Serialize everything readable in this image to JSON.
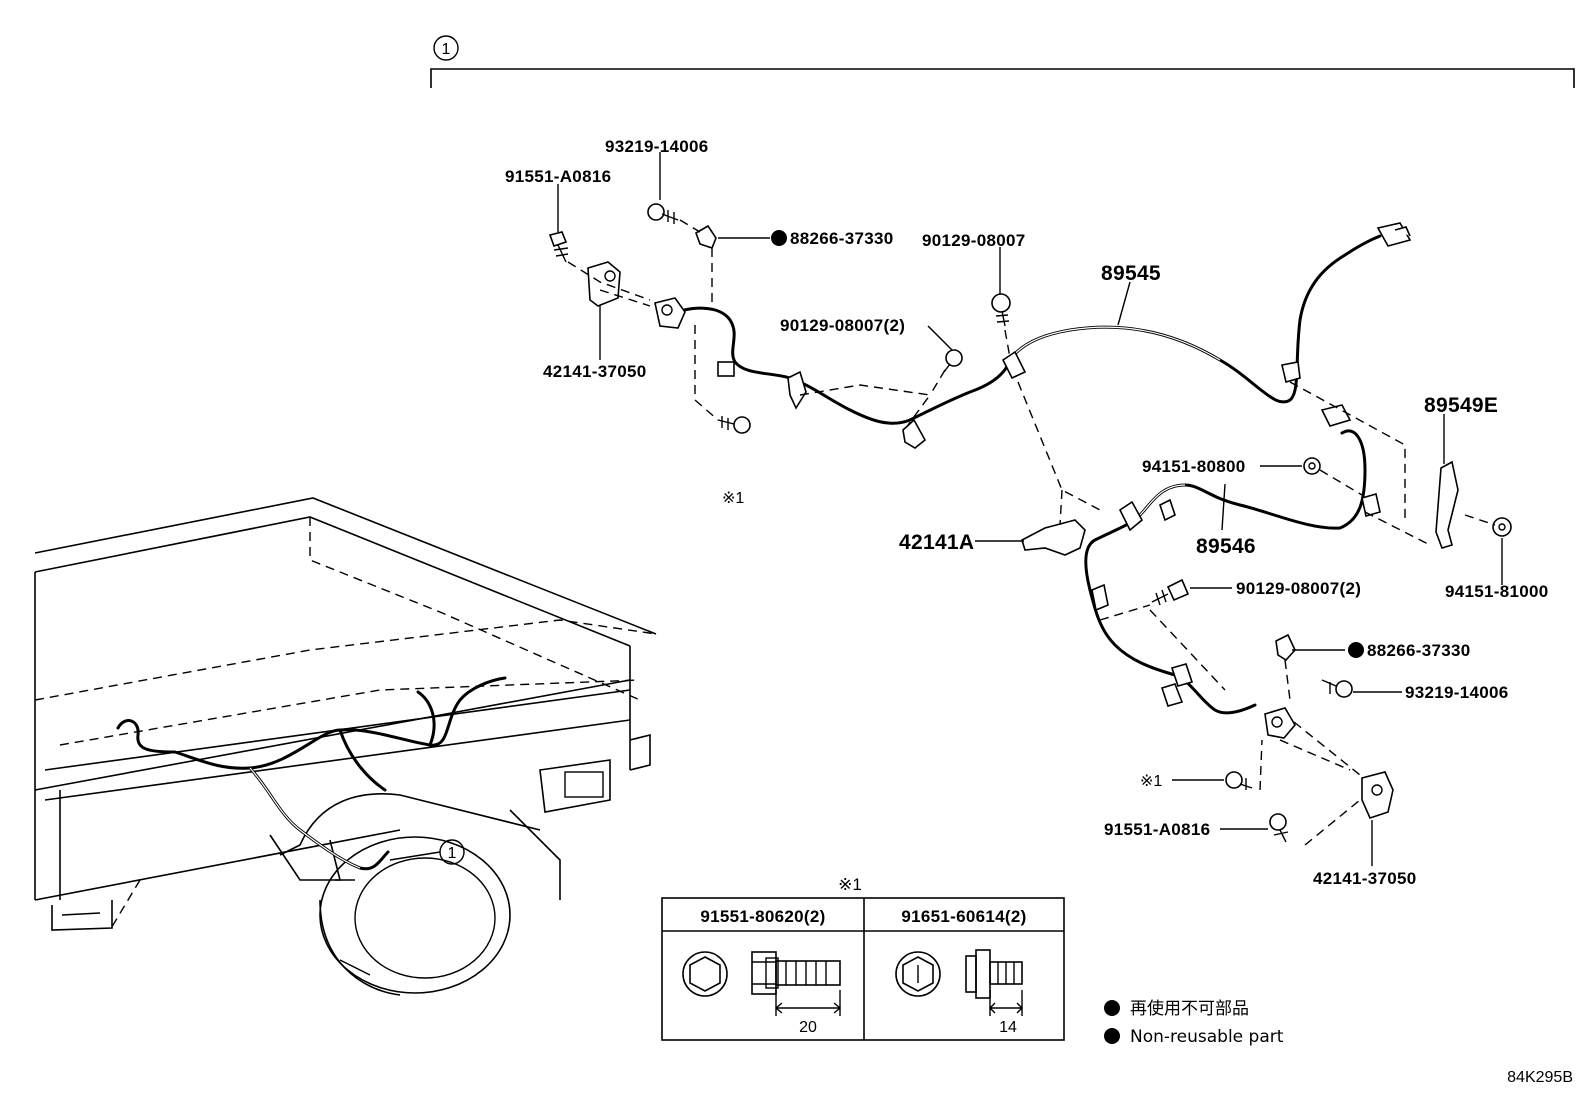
{
  "callout_number": "1",
  "truck_callout_number": "1",
  "callouts": {
    "p93219_top": "93219-14006",
    "p91551_top": "91551-A0816",
    "p88266_top": "88266-37330",
    "p90129_top": "90129-08007",
    "p90129_2_top": "90129-08007(2)",
    "p42141_top": "42141-37050",
    "p89545": "89545",
    "p89549e": "89549E",
    "p94151_80800": "94151-80800",
    "p89546": "89546",
    "p42141a": "42141A",
    "p94151_81000": "94151-81000",
    "p90129_2_mid": "90129-08007(2)",
    "p88266_bottom": "88266-37330",
    "p93219_bottom": "93219-14006",
    "p91551_bottom": "91551-A0816",
    "p42141_bottom": "42141-37050"
  },
  "note_marks": {
    "top": "※1",
    "bottom": "※1",
    "table_header": "※1"
  },
  "bolt_table": {
    "columns": [
      {
        "part": "91551-80620(2)",
        "length": "20"
      },
      {
        "part": "91651-60614(2)",
        "length": "14"
      }
    ]
  },
  "legend": {
    "japanese": "再使用不可部品",
    "english": "Non-reusable part"
  },
  "figure_code": "84K295B"
}
